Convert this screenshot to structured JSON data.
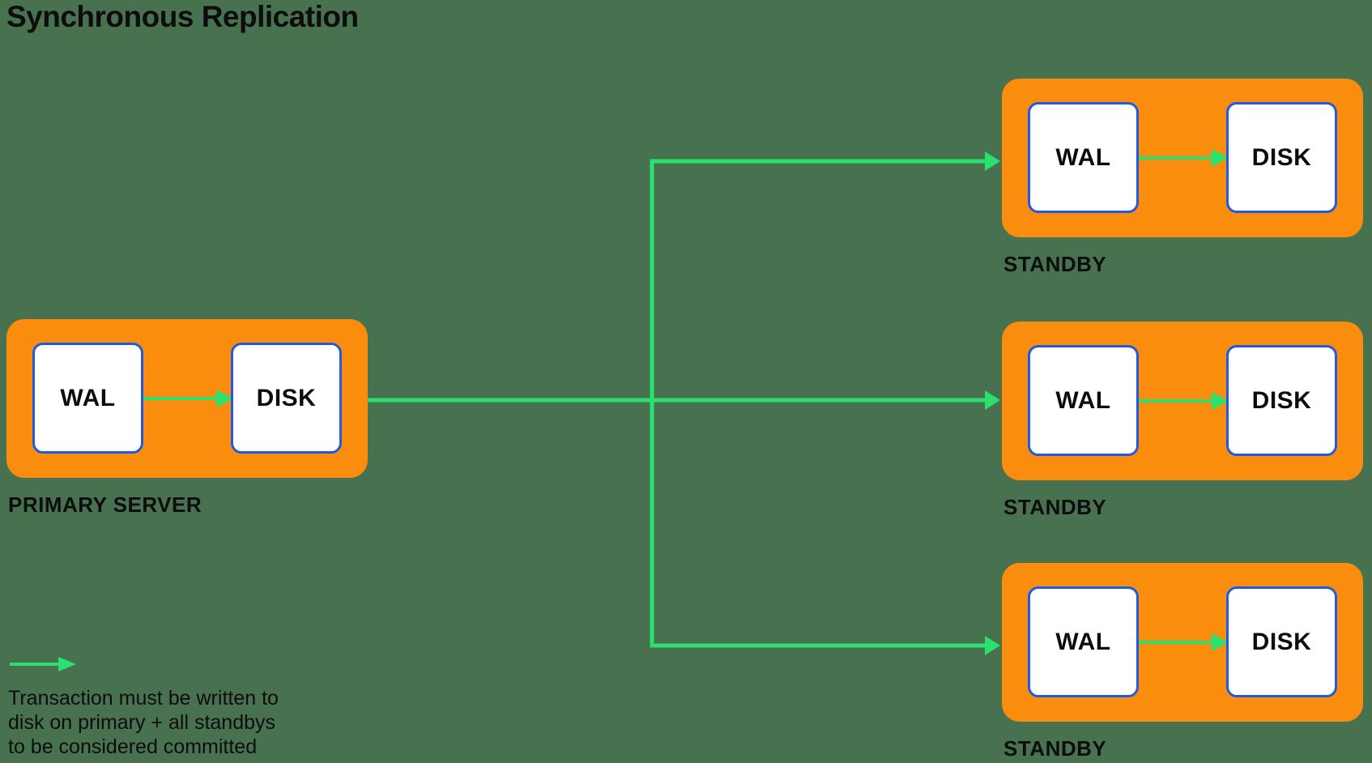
{
  "title": "Synchronous Replication",
  "colors": {
    "background": "#48714F",
    "server_fill": "#FB8D0E",
    "box_border": "#2059E6",
    "box_fill": "#FFFFFF",
    "arrow": "#2AE170",
    "text": "#0D0D0D"
  },
  "primary": {
    "label": "PRIMARY SERVER",
    "wal_label": "WAL",
    "disk_label": "DISK"
  },
  "standbys": [
    {
      "label": "STANDBY",
      "wal_label": "WAL",
      "disk_label": "DISK"
    },
    {
      "label": "STANDBY",
      "wal_label": "WAL",
      "disk_label": "DISK"
    },
    {
      "label": "STANDBY",
      "wal_label": "WAL",
      "disk_label": "DISK"
    }
  ],
  "legend": {
    "lines": [
      "Transaction must be written to",
      "disk on primary + all standbys",
      "to be considered committed"
    ]
  }
}
